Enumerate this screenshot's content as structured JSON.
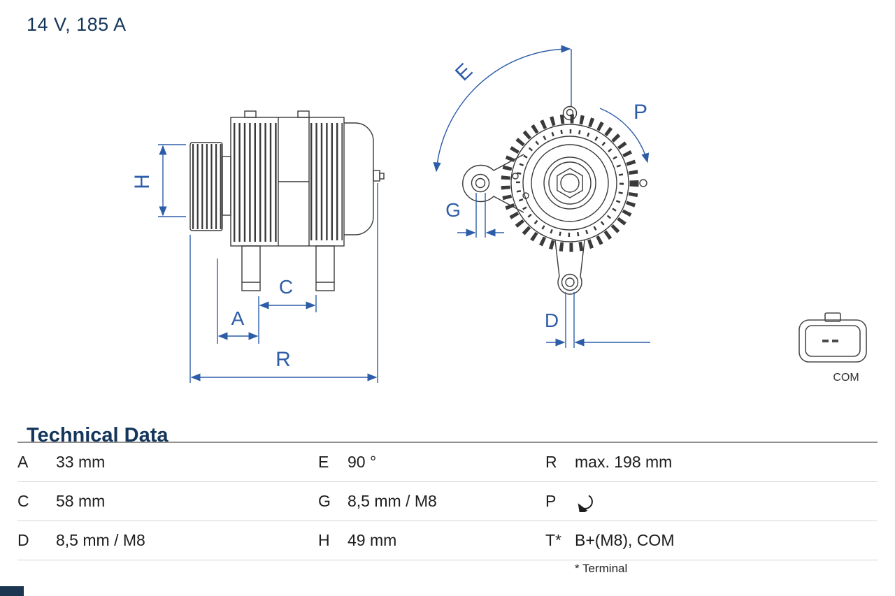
{
  "product": {
    "rating": "14 V, 185 A"
  },
  "drawing": {
    "dim_labels": {
      "H": "H",
      "A": "A",
      "C": "C",
      "R": "R",
      "E": "E",
      "G": "G",
      "D": "D",
      "P": "P"
    },
    "connector": {
      "label": "COM"
    }
  },
  "table": {
    "title": "Technical Data",
    "rows": [
      [
        {
          "key": "A",
          "value": "33 mm"
        },
        {
          "key": "E",
          "value": "90 °"
        },
        {
          "key": "R",
          "value": "max. 198 mm"
        }
      ],
      [
        {
          "key": "C",
          "value": "58 mm"
        },
        {
          "key": "G",
          "value": "8,5 mm / M8"
        },
        {
          "key": "P",
          "value": "",
          "icon": "rotation-clockwise-icon"
        }
      ],
      [
        {
          "key": "D",
          "value": "8,5 mm / M8"
        },
        {
          "key": "H",
          "value": "49 mm"
        },
        {
          "key": "T*",
          "value": "B+(M8), COM"
        }
      ]
    ],
    "footnote": "* Terminal"
  },
  "colors": {
    "dimension_blue": "#2d5da8",
    "drawing_dark": "#3a3a3a",
    "text_navy": "#15365b"
  }
}
